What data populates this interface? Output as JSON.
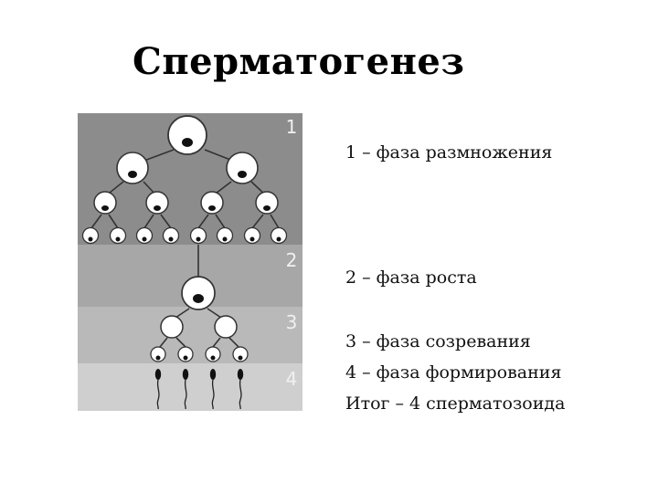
{
  "title": "Сперматогенез",
  "zones": [
    {
      "number": "1",
      "color": "#8c8c8c"
    },
    {
      "number": "2",
      "color": "#a7a7a7"
    },
    {
      "number": "3",
      "color": "#b9b9b9"
    },
    {
      "number": "4",
      "color": "#cfcfcf"
    }
  ],
  "legend": {
    "phase1": "1 – фаза размножения",
    "phase2": "2 – фаза роста",
    "phase3": "3 – фаза созревания",
    "phase4": "4 – фаза формирования",
    "result": "Итог – 4 сперматозоида"
  }
}
